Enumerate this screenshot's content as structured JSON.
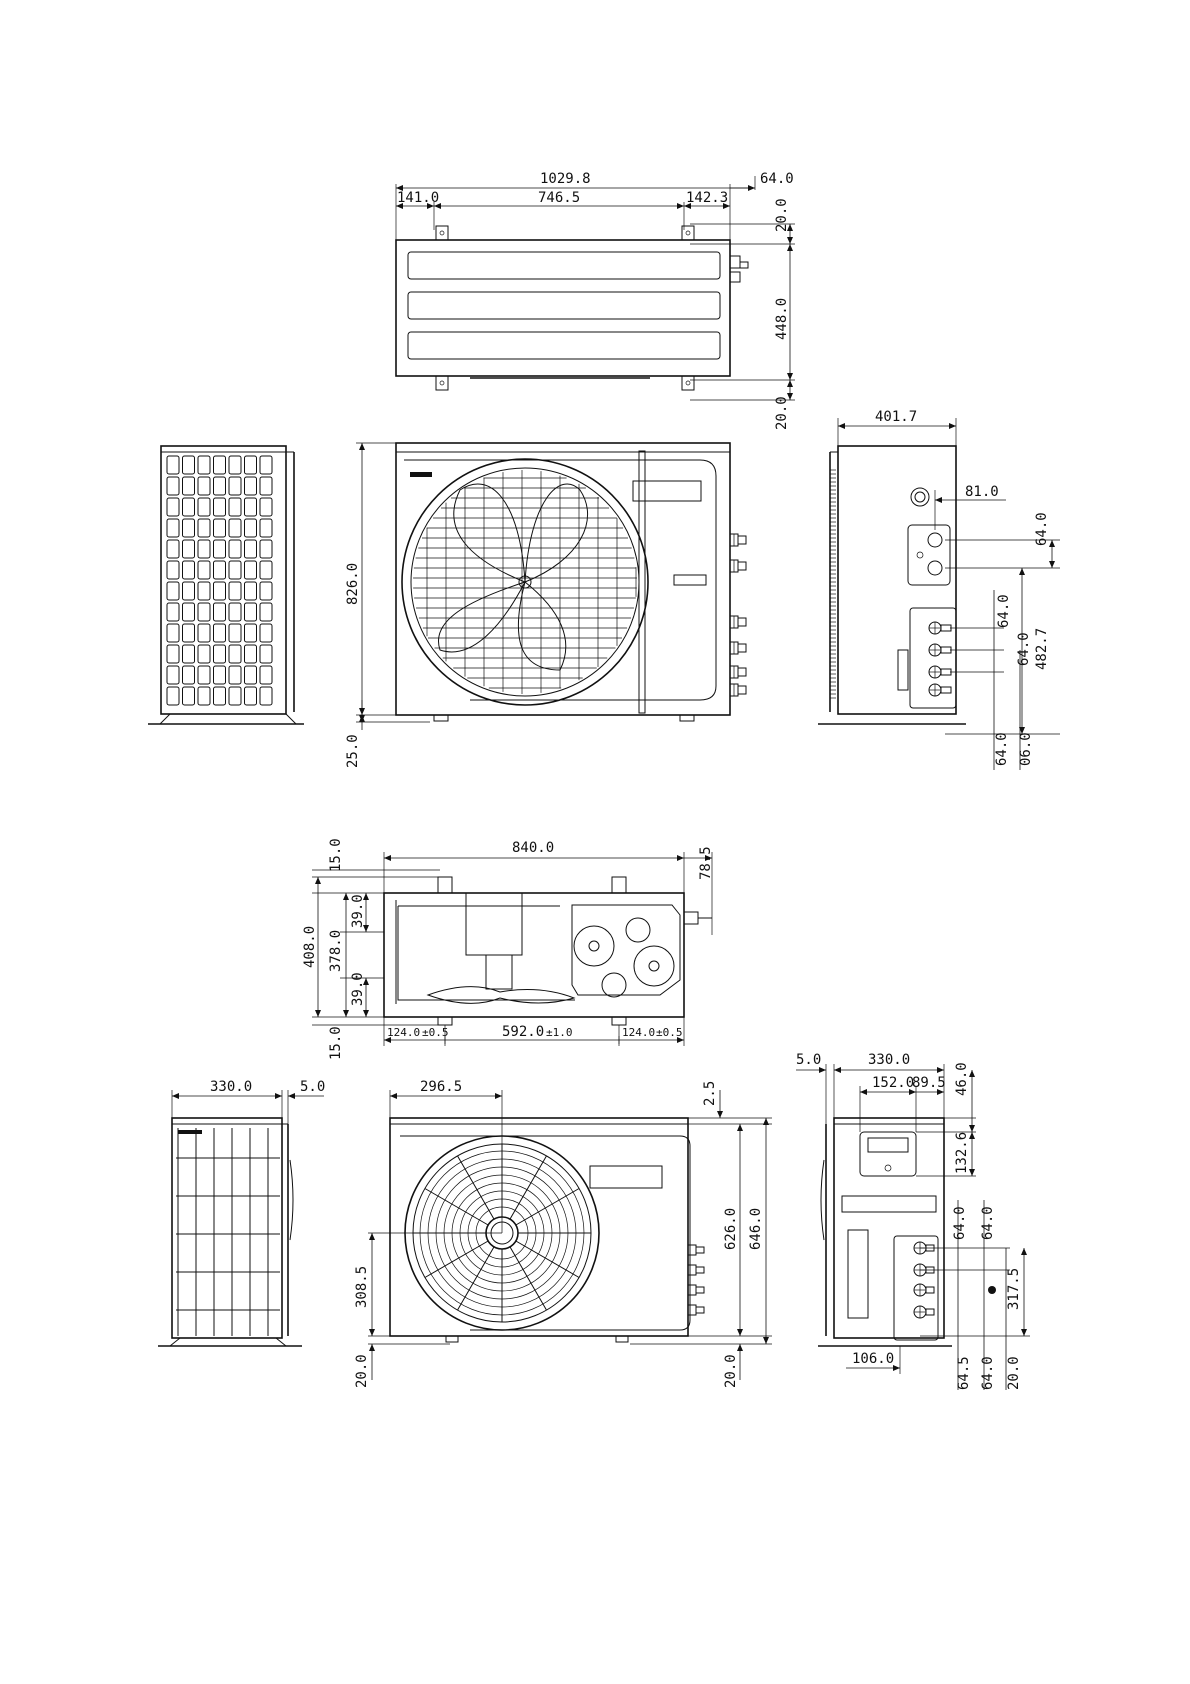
{
  "drawing": {
    "unit1": {
      "top": {
        "overall_width": "1029.8",
        "left_offset": "141.0",
        "foot_spacing": "746.5",
        "right_offset": "142.3",
        "valve_projection": "64.0",
        "foot_depth_top": "20.0",
        "depth": "448.0",
        "foot_depth_bottom": "20.0"
      },
      "front": {
        "height": "826.0",
        "foot_height": "25.0"
      },
      "right": {
        "depth": "401.7",
        "port_offset": "81.0",
        "pitch_top": "64.0",
        "pitch_a": "64.0",
        "pitch_b": "64.0",
        "port_height": "482.7",
        "bottom_pitch": "64.0",
        "bottom_offset": "06.0"
      }
    },
    "unit2": {
      "top": {
        "foot_top": "15.0",
        "width": "840.0",
        "valve_projection": "78.5",
        "depth": "408.0",
        "inner_depth": "378.0",
        "margin_top": "39.0",
        "margin_bottom": "39.0",
        "foot_bottom": "15.0",
        "left_offset": "124.0",
        "left_tol": "±0.5",
        "foot_spacing": "592.0",
        "spacing_tol": "±1.0",
        "right_offset": "124.0",
        "right_tol": "±0.5"
      },
      "left": {
        "depth": "330.0",
        "offset": "5.0"
      },
      "front": {
        "fan_center_x": "296.5",
        "top_offset": "2.5",
        "fan_center_height": "308.5",
        "body_height": "626.0",
        "overall_height": "646.0",
        "foot_left": "20.0",
        "foot_right": "20.0"
      },
      "right": {
        "offset": "5.0",
        "depth": "330.0",
        "panel_x": "152.0",
        "panel_w": "89.5",
        "top_gap": "46.0",
        "panel_h": "132.6",
        "pitch_a": "64.0",
        "pitch_b": "64.0",
        "port_height": "317.5",
        "base_offset": "106.0",
        "bottom_a": "64.5",
        "bottom_b": "64.0",
        "bottom_c": "20.0"
      }
    }
  }
}
